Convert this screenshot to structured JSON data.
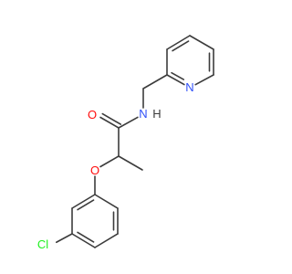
{
  "molecule": {
    "atoms": [
      {
        "id": "c_pyr_ch_top",
        "element": "C"
      },
      {
        "id": "c_pyr_ch_tr",
        "element": "C"
      },
      {
        "id": "c_pyr_ch_br",
        "element": "C"
      },
      {
        "id": "n_pyridine",
        "element": "N",
        "label": "N"
      },
      {
        "id": "c_pyr_c2",
        "element": "C"
      },
      {
        "id": "c_pyr_ch_tl",
        "element": "C"
      },
      {
        "id": "c_methylene",
        "element": "C"
      },
      {
        "id": "n_amide",
        "element": "N",
        "label": "N"
      },
      {
        "id": "h_amide",
        "element": "H",
        "label": "H"
      },
      {
        "id": "c_carbonyl",
        "element": "C"
      },
      {
        "id": "o_carbonyl",
        "element": "O",
        "label": "O"
      },
      {
        "id": "c_alpha",
        "element": "C"
      },
      {
        "id": "c_methyl",
        "element": "C"
      },
      {
        "id": "o_ether",
        "element": "O",
        "label": "O"
      },
      {
        "id": "c_ph_ipso",
        "element": "C"
      },
      {
        "id": "c_ph_ortho_a",
        "element": "C"
      },
      {
        "id": "c_ph_meta_cl",
        "element": "C"
      },
      {
        "id": "c_ph_para",
        "element": "C"
      },
      {
        "id": "c_ph_meta_b",
        "element": "C"
      },
      {
        "id": "c_ph_ortho_b",
        "element": "C"
      },
      {
        "id": "cl",
        "element": "Cl",
        "label": "Cl"
      }
    ],
    "bonds": [
      {
        "from": "c_pyr_ch_top",
        "to": "c_pyr_ch_tr",
        "order": 1
      },
      {
        "from": "c_pyr_ch_tr",
        "to": "c_pyr_ch_br",
        "order": 2
      },
      {
        "from": "c_pyr_ch_br",
        "to": "n_pyridine",
        "order": 1
      },
      {
        "from": "n_pyridine",
        "to": "c_pyr_c2",
        "order": 2
      },
      {
        "from": "c_pyr_c2",
        "to": "c_pyr_ch_tl",
        "order": 1
      },
      {
        "from": "c_pyr_ch_tl",
        "to": "c_pyr_ch_top",
        "order": 2
      },
      {
        "from": "c_pyr_c2",
        "to": "c_methylene",
        "order": 1
      },
      {
        "from": "c_methylene",
        "to": "n_amide",
        "order": 1
      },
      {
        "from": "n_amide",
        "to": "c_carbonyl",
        "order": 1
      },
      {
        "from": "c_carbonyl",
        "to": "o_carbonyl",
        "order": 2
      },
      {
        "from": "c_carbonyl",
        "to": "c_alpha",
        "order": 1
      },
      {
        "from": "c_alpha",
        "to": "c_methyl",
        "order": 1
      },
      {
        "from": "c_alpha",
        "to": "o_ether",
        "order": 1
      },
      {
        "from": "o_ether",
        "to": "c_ph_ipso",
        "order": 1
      },
      {
        "from": "c_ph_ipso",
        "to": "c_ph_ortho_a",
        "order": 2
      },
      {
        "from": "c_ph_ortho_a",
        "to": "c_ph_meta_cl",
        "order": 1
      },
      {
        "from": "c_ph_meta_cl",
        "to": "c_ph_para",
        "order": 2
      },
      {
        "from": "c_ph_para",
        "to": "c_ph_meta_b",
        "order": 1
      },
      {
        "from": "c_ph_meta_b",
        "to": "c_ph_ortho_b",
        "order": 2
      },
      {
        "from": "c_ph_ortho_b",
        "to": "c_ph_ipso",
        "order": 1
      },
      {
        "from": "c_ph_meta_cl",
        "to": "cl",
        "order": 1
      }
    ],
    "colors": {
      "bond": "#3c3c3c",
      "C": "#3c3c3c",
      "N": "#3050f8",
      "O": "#ff0d0d",
      "Cl": "#1ff01f",
      "H": "#3c3c3c"
    }
  }
}
